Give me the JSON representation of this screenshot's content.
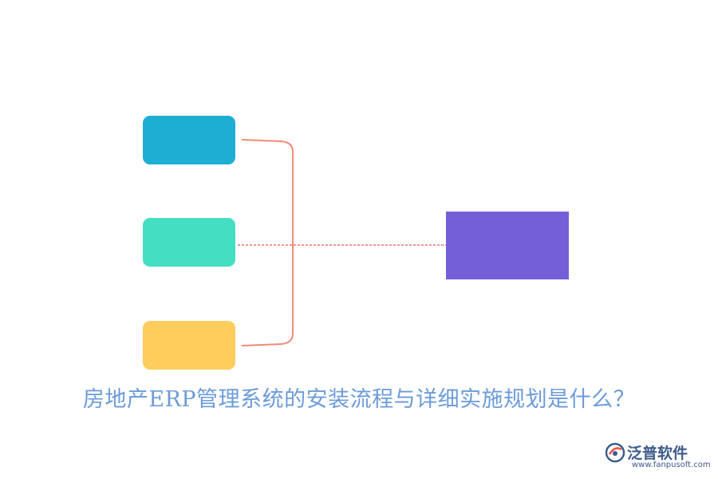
{
  "caption": "房地产ERP管理系统的安装流程与详细实施规划是什么？",
  "logo": {
    "name": "泛普软件",
    "url": "www.fanpusoft.com"
  },
  "colors": {
    "box_top": "#1eaed4",
    "box_middle": "#44dec3",
    "box_bottom": "#fecd5c",
    "box_target": "#745fd9",
    "bracket": "#f08a78",
    "dashed_line": "#e8584a",
    "caption": "#6c9bd9"
  }
}
